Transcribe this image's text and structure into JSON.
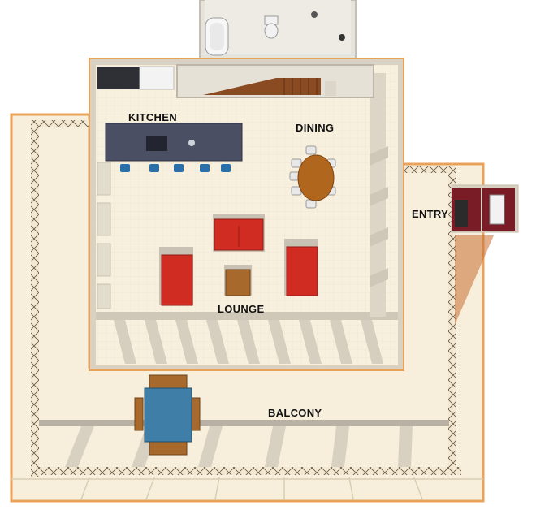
{
  "labels": {
    "kitchen": "KITCHEN",
    "dining": "DINING",
    "lounge": "LOUNGE",
    "entry": "ENTRY",
    "balcony": "BALCONY"
  },
  "colors": {
    "floor": "#f6efdc",
    "deck_frame": "#e8a25a",
    "wall": "#cfc8b8",
    "sofa": "#d12c22",
    "counter": "#4a4f63",
    "stool": "#2a6fa8",
    "dining_table": "#b0661c",
    "balcony_table": "#3f7ea6",
    "stairs": "#8a4a22",
    "entry_door": "#7a1c26"
  }
}
